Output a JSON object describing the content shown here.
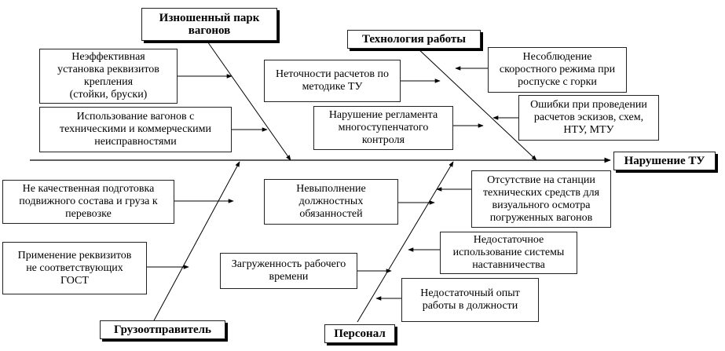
{
  "effect": "Нарушение ТУ",
  "categories": {
    "wagon_park": "Изношенный парк\nвагонов",
    "technology": "Технология работы",
    "shipper": "Грузоотправитель",
    "personnel": "Персонал"
  },
  "causes": {
    "fastening": "Неэффективная\nустановка реквизитов\nкрепления\n(стойки, бруски)",
    "faulty_wagons": "Использование вагонов с\nтехническими и коммерческими\nнеисправностями",
    "calc_errors": "Неточности расчетов по\nметодике ТУ",
    "speed_mode": "Несоблюдение\nскоростного режима при\nроспуске с горки",
    "control_reg": "Нарушение регламента\nмногоступенчатого\nконтроля",
    "sketch_errors": "Ошибки при проведении\nрасчетов эскизов, схем,\nНТУ, МТУ",
    "preparation": "Не качественная подготовка\nподвижного состава и груза к\nперевозке",
    "gost": "Применение реквизитов\nне соответствующих\nГОСТ",
    "duties": "Невыполнение\nдолжностных\nобязанностей",
    "no_means": "Отсутствие на станции\nтехнических средств для\nвизуального осмотра\nпогруженных вагонов",
    "mentoring": "Недостаточное\nиспользование системы\nнаставничества",
    "workload": "Загруженность рабочего\nвремени",
    "experience": "Недостаточный опыт\nработы в должности"
  }
}
